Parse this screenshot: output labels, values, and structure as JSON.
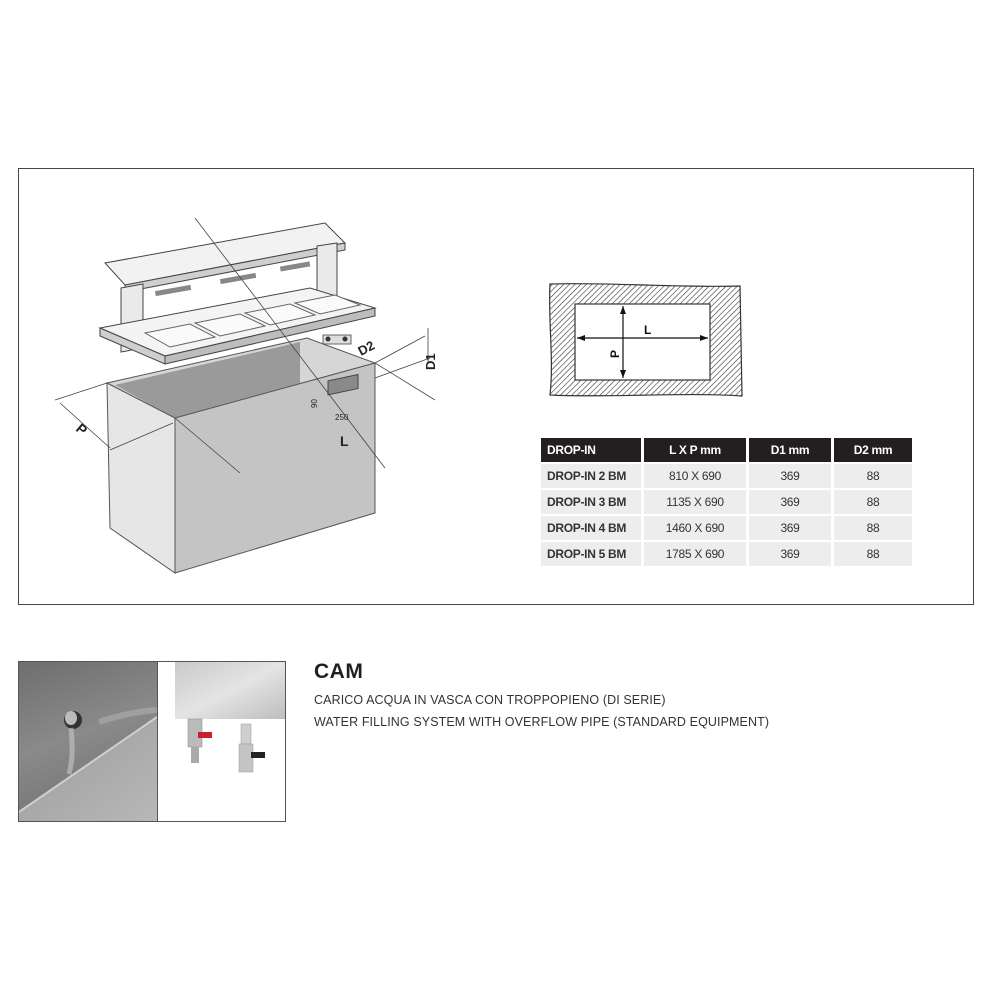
{
  "diagram": {
    "labels": {
      "P": "P",
      "L": "L",
      "D1": "D1",
      "D2": "D2",
      "dim_90": "90",
      "dim_250": "250"
    }
  },
  "cutout": {
    "label_L": "L",
    "label_P": "P"
  },
  "table": {
    "headers": [
      "DROP-IN",
      "L X P mm",
      "D1 mm",
      "D2 mm"
    ],
    "rows": [
      [
        "DROP-IN 2 BM",
        "810 X 690",
        "369",
        "88"
      ],
      [
        "DROP-IN 3 BM",
        "1135 X 690",
        "369",
        "88"
      ],
      [
        "DROP-IN 4 BM",
        "1460 X 690",
        "369",
        "88"
      ],
      [
        "DROP-IN 5 BM",
        "1785 X 690",
        "369",
        "88"
      ]
    ]
  },
  "cam": {
    "title": "CAM",
    "line_it": "CARICO ACQUA IN VASCA CON TROPPOPIENO (DI SERIE)",
    "line_en": "WATER FILLING SYSTEM WITH OVERFLOW PIPE (STANDARD EQUIPMENT)"
  },
  "colors": {
    "table_header_bg": "#231f20",
    "table_cell_bg": "#ededed",
    "frame_border": "#444444",
    "valve_red": "#c8202a"
  }
}
